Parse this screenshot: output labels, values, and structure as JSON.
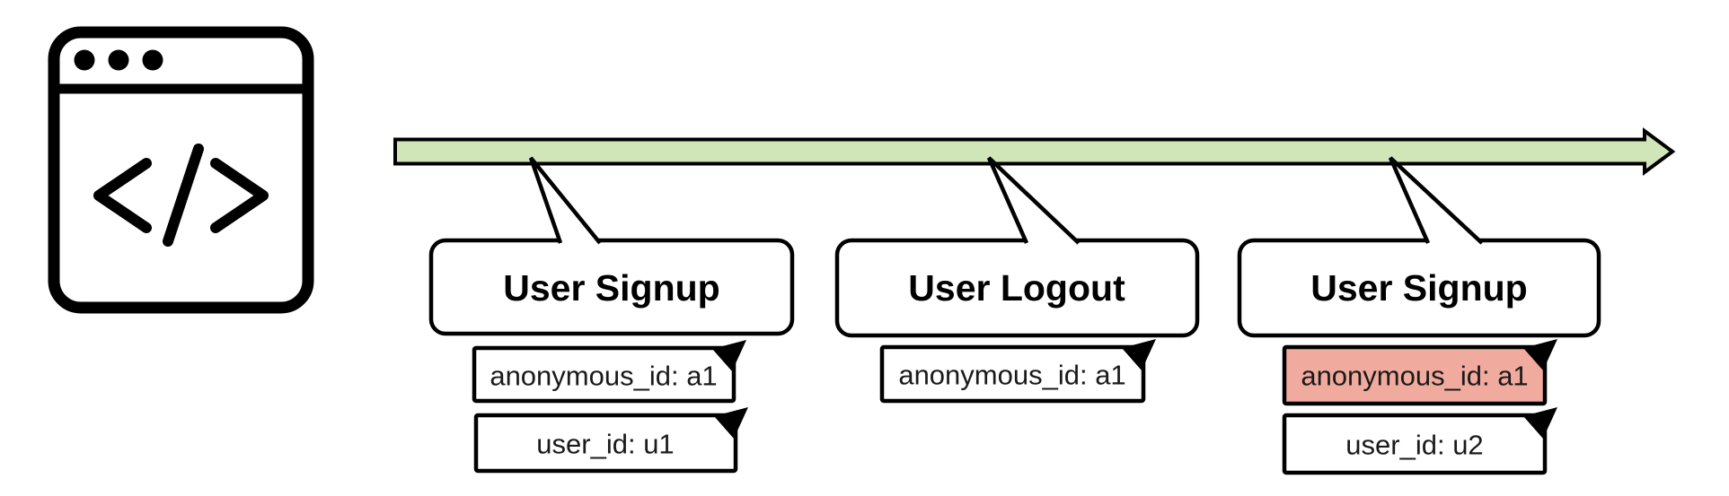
{
  "diagram": {
    "colors": {
      "timeline_green": "#d0e6b8",
      "highlight_salmon": "#f1ab9e",
      "shape_fill": "#ffffff",
      "stroke": "#000000"
    },
    "icon": {
      "name": "code-browser-window"
    },
    "events": [
      {
        "title": "User Signup",
        "notes": [
          {
            "text": "anonymous_id: a1",
            "highlight": false
          },
          {
            "text": "user_id: u1",
            "highlight": false
          }
        ]
      },
      {
        "title": "User Logout",
        "notes": [
          {
            "text": "anonymous_id: a1",
            "highlight": false
          }
        ]
      },
      {
        "title": "User Signup",
        "notes": [
          {
            "text": "anonymous_id: a1",
            "highlight": true
          },
          {
            "text": "user_id: u2",
            "highlight": false
          }
        ]
      }
    ]
  }
}
